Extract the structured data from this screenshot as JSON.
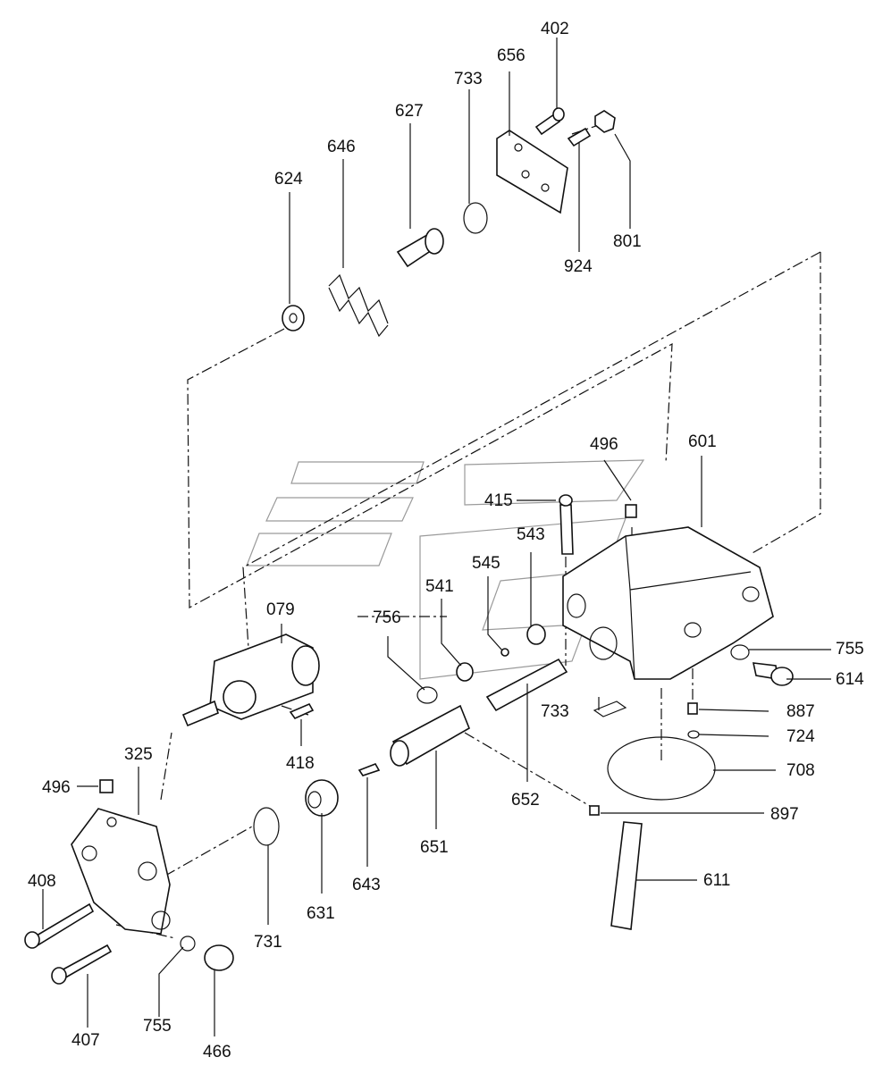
{
  "diagram": {
    "watermark_color": "#9a9a9a",
    "line_color": "#111111",
    "labels": {
      "p402": "402",
      "p656": "656",
      "p733a": "733",
      "p627": "627",
      "p646": "646",
      "p624": "624",
      "p801": "801",
      "p924": "924",
      "p496a": "496",
      "p601": "601",
      "p415": "415",
      "p543": "543",
      "p545": "545",
      "p541": "541",
      "p756": "756",
      "p079": "079",
      "p755a": "755",
      "p614": "614",
      "p733b": "733",
      "p887": "887",
      "p724": "724",
      "p708": "708",
      "p418": "418",
      "p325": "325",
      "p496b": "496",
      "p652": "652",
      "p897": "897",
      "p651": "651",
      "p611": "611",
      "p408": "408",
      "p731": "731",
      "p631": "631",
      "p643": "643",
      "p407": "407",
      "p755b": "755",
      "p466": "466"
    }
  }
}
